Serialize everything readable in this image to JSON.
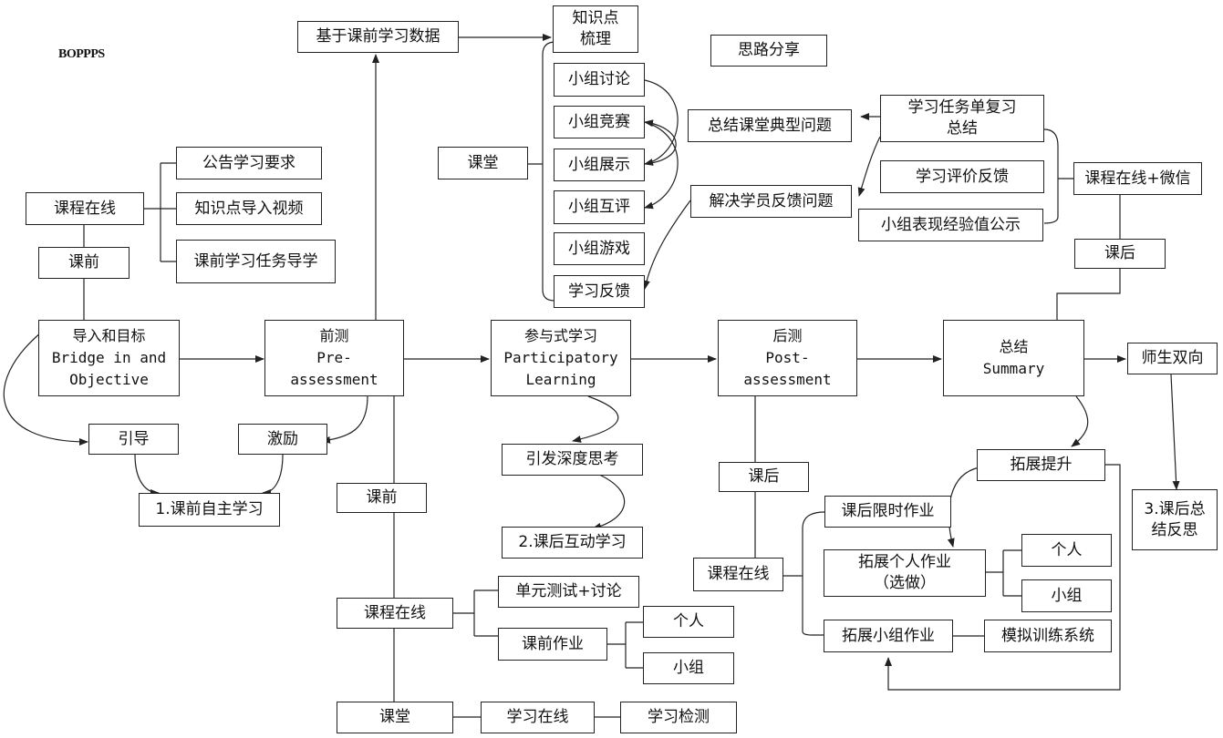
{
  "label_bopps": "BOPPPS",
  "phases": {
    "intro": [
      "导入和目标",
      "Bridge in and",
      "Objective"
    ],
    "pre": [
      "前测",
      "Pre-",
      "assessment"
    ],
    "part": [
      "参与式学习",
      "Participatory",
      "Learning"
    ],
    "post": [
      "后测",
      "Post-",
      "assessment"
    ],
    "summary": [
      "总结",
      "Summary"
    ]
  },
  "nodes": {
    "course_online_top": "课程在线",
    "pre_class_left": "课前",
    "announce": "公告学习要求",
    "intro_video": "知识点导入视频",
    "task_guide": "课前学习任务导学",
    "guide": "引导",
    "motivate": "激励",
    "self_study": "1.课前自主学习",
    "based_data": "基于课前学习数据",
    "knowledge": [
      "知识点",
      "梳理"
    ],
    "classroom": "课堂",
    "g_discuss": "小组讨论",
    "g_compete": "小组竞赛",
    "g_show": "小组展示",
    "g_review": "小组互评",
    "g_game": "小组游戏",
    "feedback": "学习反馈",
    "idea_share": "思路分享",
    "task_review": [
      "学习任务单复习",
      "总结"
    ],
    "typical": "总结课堂典型问题",
    "eval": "学习评价反馈",
    "solve": "解决学员反馈问题",
    "xp": "小组表现经验值公示",
    "wechat": "课程在线+微信",
    "after_right": "课后",
    "bidir": "师生双向",
    "deep": "引发深度思考",
    "interact": "2.课后互动学习",
    "after_mid": "课后",
    "course_online_post": "课程在线",
    "timed": "课后限时作业",
    "personal_hw": [
      "拓展个人作业",
      "（选做）"
    ],
    "person_a": "个人",
    "group_a": "小组",
    "group_hw": "拓展小组作业",
    "sim": "模拟训练系统",
    "expand": "拓展提升",
    "reflect": [
      "3.课后总",
      "结反思"
    ],
    "pre_class_bottom": "课前",
    "course_online_bottom": "课程在线",
    "unit_test": "单元测试+讨论",
    "pre_hw": "课前作业",
    "person_b": "个人",
    "group_b": "小组",
    "classroom_bottom": "课堂",
    "learn_online": "学习在线",
    "learn_check": "学习检测"
  }
}
